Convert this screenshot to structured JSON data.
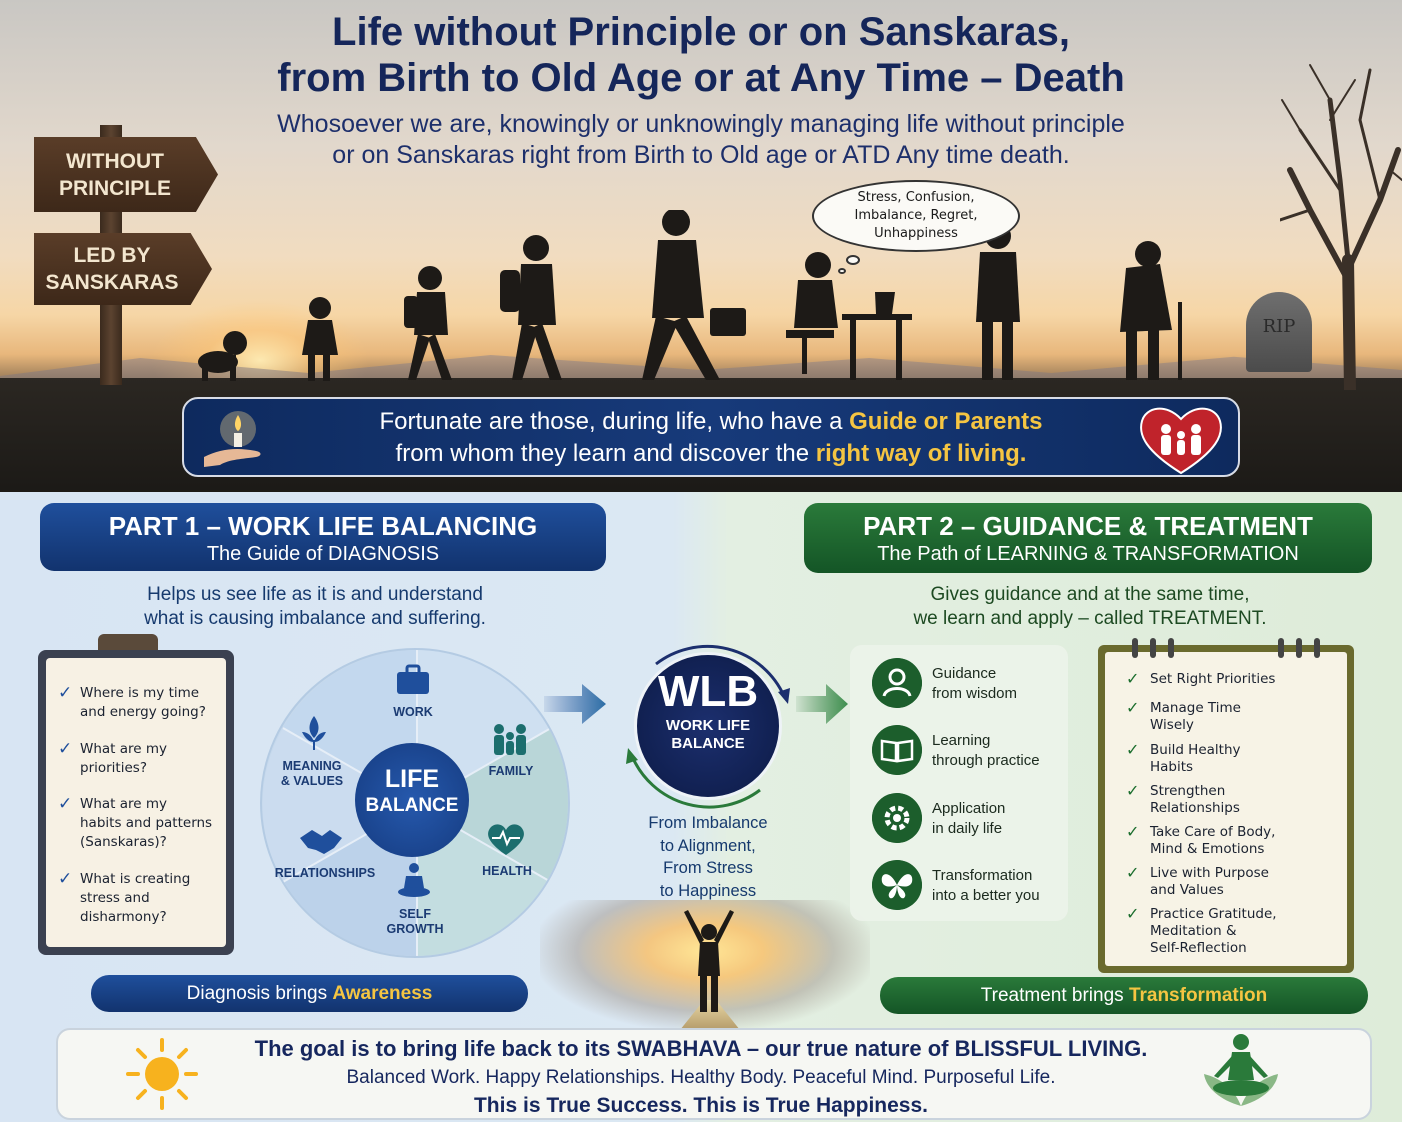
{
  "header": {
    "title_line1": "Life without Principle or on Sanskaras,",
    "title_line2": "from Birth to Old Age or at Any Time – Death",
    "subtitle_line1": "Whosoever we are, knowingly or unknowingly managing life without principle",
    "subtitle_line2": "or on Sanskaras right from Birth to Old age or ATD Any time death."
  },
  "signs": {
    "sign1_line1": "WITHOUT",
    "sign1_line2": "PRINCIPLE",
    "sign2_line1": "LED BY",
    "sign2_line2": "SANSKARAS"
  },
  "thought_bubble": {
    "line1": "Stress, Confusion,",
    "line2": "Imbalance, Regret,",
    "line3": "Unhappiness"
  },
  "tombstone": "RIP",
  "banner": {
    "line1_a": "Fortunate are those, during life, who have a ",
    "line1_highlight": "Guide or Parents",
    "line2_a": "from whom they learn and discover the ",
    "line2_highlight": "right way of living."
  },
  "part1": {
    "title": "PART 1 – WORK LIFE BALANCING",
    "subtitle": "The Guide of DIAGNOSIS",
    "desc_line1": "Helps us see life as it is and understand",
    "desc_line2": "what is causing imbalance and suffering.",
    "questions": [
      {
        "l1": "Where is my time",
        "l2": "and energy going?",
        "l3": ""
      },
      {
        "l1": "What are my",
        "l2": "priorities?",
        "l3": ""
      },
      {
        "l1": "What are my",
        "l2": "habits and patterns",
        "l3": "(Sanskaras)?"
      },
      {
        "l1": "What is creating",
        "l2": "stress and",
        "l3": "disharmony?"
      }
    ],
    "wheel": {
      "center_line1": "LIFE",
      "center_line2": "BALANCE",
      "work": "WORK",
      "family": "FAMILY",
      "health": "HEALTH",
      "self_growth_l1": "SELF",
      "self_growth_l2": "GROWTH",
      "relationships": "RELATIONSHIPS",
      "meaning_l1": "MEANING",
      "meaning_l2": "& VALUES"
    },
    "pill_a": "Diagnosis brings ",
    "pill_highlight": "Awareness"
  },
  "center": {
    "wlb": "WLB",
    "wlb_sub1": "WORK LIFE",
    "wlb_sub2": "BALANCE",
    "text_l1": "From Imbalance",
    "text_l2": "to Alignment,",
    "text_l3": "From Stress",
    "text_l4": "to Happiness"
  },
  "part2": {
    "title": "PART 2 – GUIDANCE & TREATMENT",
    "subtitle": "The Path of LEARNING & TRANSFORMATION",
    "desc_line1": "Gives guidance and at the same time,",
    "desc_line2": "we learn and apply – called TREATMENT.",
    "guide_items": [
      {
        "l1": "Guidance",
        "l2": "from wisdom",
        "icon": "person-icon"
      },
      {
        "l1": "Learning",
        "l2": "through practice",
        "icon": "book-icon"
      },
      {
        "l1": "Application",
        "l2": "in daily life",
        "icon": "gear-icon"
      },
      {
        "l1": "Transformation",
        "l2": "into a better you",
        "icon": "butterfly-icon"
      }
    ],
    "treatments": [
      {
        "l1": "Set Right Priorities",
        "l2": "",
        "l3": ""
      },
      {
        "l1": "Manage Time",
        "l2": "Wisely",
        "l3": ""
      },
      {
        "l1": "Build Healthy",
        "l2": "Habits",
        "l3": ""
      },
      {
        "l1": "Strengthen",
        "l2": "Relationships",
        "l3": ""
      },
      {
        "l1": "Take Care of Body,",
        "l2": "Mind & Emotions",
        "l3": ""
      },
      {
        "l1": "Live with Purpose",
        "l2": "and Values",
        "l3": ""
      },
      {
        "l1": "Practice Gratitude,",
        "l2": "Meditation &",
        "l3": "Self-Reflection"
      }
    ],
    "pill_a": "Treatment brings ",
    "pill_highlight": "Transformation"
  },
  "footer": {
    "line1": "The goal is to bring life back to its SWABHAVA – our true nature of BLISSFUL LIVING.",
    "line2": "Balanced Work. Happy Relationships. Healthy Body. Peaceful Mind. Purposeful Life.",
    "line3": "This is True Success. This is True Happiness."
  },
  "colors": {
    "navy": "#15265a",
    "blue": "#1f4f9c",
    "green": "#2a7a3a",
    "gold": "#f5c542"
  }
}
